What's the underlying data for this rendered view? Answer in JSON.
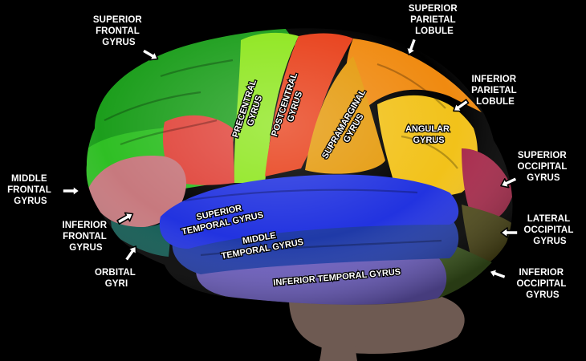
{
  "diagram": {
    "labels": {
      "superior_frontal_gyrus": [
        "SUPERIOR",
        "FRONTAL",
        "GYRUS"
      ],
      "superior_parietal_lobule": [
        "SUPERIOR",
        "PARIETAL",
        "LOBULE"
      ],
      "inferior_parietal_lobule": [
        "INFERIOR",
        "PARIETAL",
        "LOBULE"
      ],
      "superior_occipital_gyrus": [
        "SUPERIOR",
        "OCCIPITAL",
        "GYRUS"
      ],
      "lateral_occipital_gyrus": [
        "LATERAL",
        "OCCIPITAL",
        "GYRUS"
      ],
      "inferior_occipital_gyrus": [
        "INFERIOR",
        "OCCIPITAL",
        "GYRUS"
      ],
      "middle_frontal_gyrus": [
        "MIDDLE",
        "FRONTAL",
        "GYRUS"
      ],
      "inferior_frontal_gyrus": [
        "INFERIOR",
        "FRONTAL",
        "GYRUS"
      ],
      "orbital_gyri": [
        "ORBITAL",
        "GYRI"
      ]
    },
    "region_labels": {
      "precentral_gyrus": [
        "PRECENTRAL",
        "GYRUS"
      ],
      "postcentral_gyrus": [
        "POSTCENTRAL",
        "GYRUS"
      ],
      "supramarginal_gyrus": [
        "SUPRAMARGINAL",
        "GYRUS"
      ],
      "angular_gyrus": [
        "ANGULAR",
        "GYRUS"
      ],
      "superior_temporal_gyrus": [
        "SUPERIOR",
        "TEMPORAL GYRUS"
      ],
      "middle_temporal_gyrus": [
        "MIDDLE",
        "TEMPORAL GYRUS"
      ],
      "inferior_temporal_gyrus": [
        "INFERIOR TEMPORAL GYRUS"
      ]
    },
    "colors": {
      "background": "#000000",
      "superior_frontal": "#1c9e1c",
      "middle_frontal": "#2fbf24",
      "precentral": "#8ee61e",
      "postcentral": "#e8401a",
      "superior_parietal": "#f08a10",
      "supramarginal": "#e59a0c",
      "angular": "#f2c21a",
      "superior_occipital": "#a8284a",
      "lateral_occipital": "#4f4a18",
      "inferior_occipital": "#3d5a1e",
      "inferior_frontal": "#c7797e",
      "orbital": "#0f5a52",
      "pars_red": "#e0443a",
      "superior_temporal": "#2233e0",
      "middle_temporal": "#1f3aa8",
      "inferior_temporal": "#6b5cc0",
      "cerebellum": "#6e5a52"
    }
  }
}
